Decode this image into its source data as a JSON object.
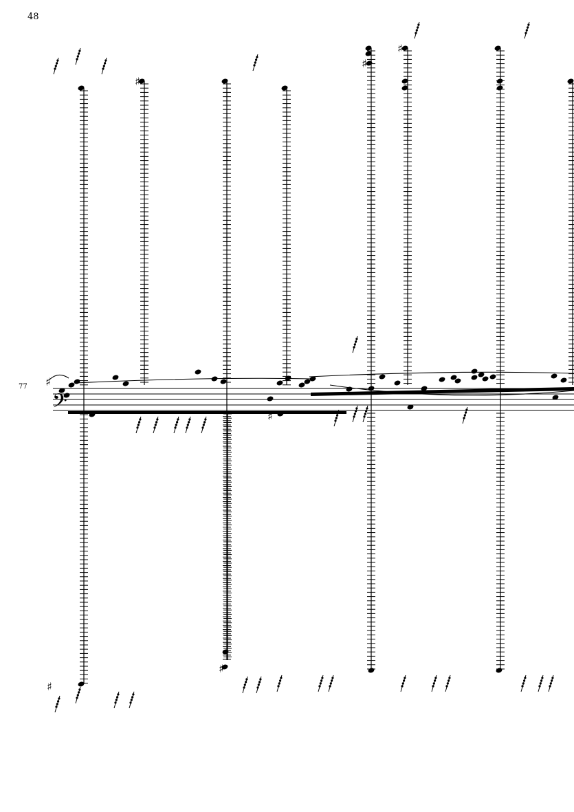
{
  "page": {
    "number": "48",
    "measure_number": "77"
  },
  "score": {
    "clef": "bass-clef",
    "staff_lines": 5,
    "accidentals_shown": [
      "sharp"
    ],
    "color_ink": "#000000",
    "color_paper": "#ffffff"
  }
}
